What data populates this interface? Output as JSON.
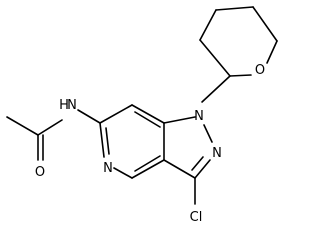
{
  "atoms": {
    "oxygen_carbonyl": "O",
    "nitrogen_amide": "N",
    "hydrogen_amide": "H",
    "nitrogen_pyridine": "N",
    "nitrogen_pyrazole_1": "N",
    "nitrogen_pyrazole_2": "N",
    "oxygen_pyran": "O",
    "chlorine": "Cl"
  }
}
